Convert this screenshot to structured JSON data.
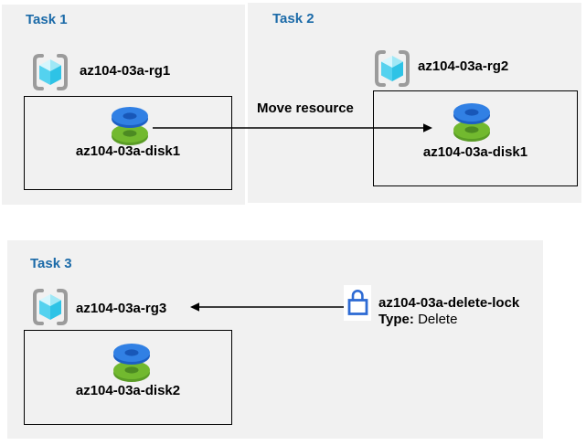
{
  "colors": {
    "panel_bg": "#f1f1f1",
    "title_text": "#1b6aa8",
    "body_text": "#000000",
    "box_border": "#000000",
    "arrow": "#000000",
    "disk_blue": "#3180e4",
    "disk_blue_dark": "#1c5fc4",
    "disk_blue_hole": "#1857b8",
    "disk_green": "#72b92f",
    "disk_green_dark": "#5a9c26",
    "disk_green_hole": "#4c8a22",
    "cube_top_light": "#d6f6fd",
    "cube_top": "#9fe8f6",
    "cube_left": "#54d2ef",
    "cube_right": "#2ec3e6",
    "bracket_gray": "#9b9b9b",
    "lock_blue": "#2e6bd4",
    "lock_bg": "#ffffff"
  },
  "tasks": [
    {
      "title": "Task 1",
      "resource_group": "az104-03a-rg1",
      "resource": "az104-03a-disk1"
    },
    {
      "title": "Task 2",
      "resource_group": "az104-03a-rg2",
      "resource": "az104-03a-disk1"
    },
    {
      "title": "Task 3",
      "resource_group": "az104-03a-rg3",
      "resource": "az104-03a-disk2"
    }
  ],
  "move_arrow_label": "Move resource",
  "lock": {
    "name": "az104-03a-delete-lock",
    "type_label": "Type:",
    "type_value": "Delete"
  }
}
